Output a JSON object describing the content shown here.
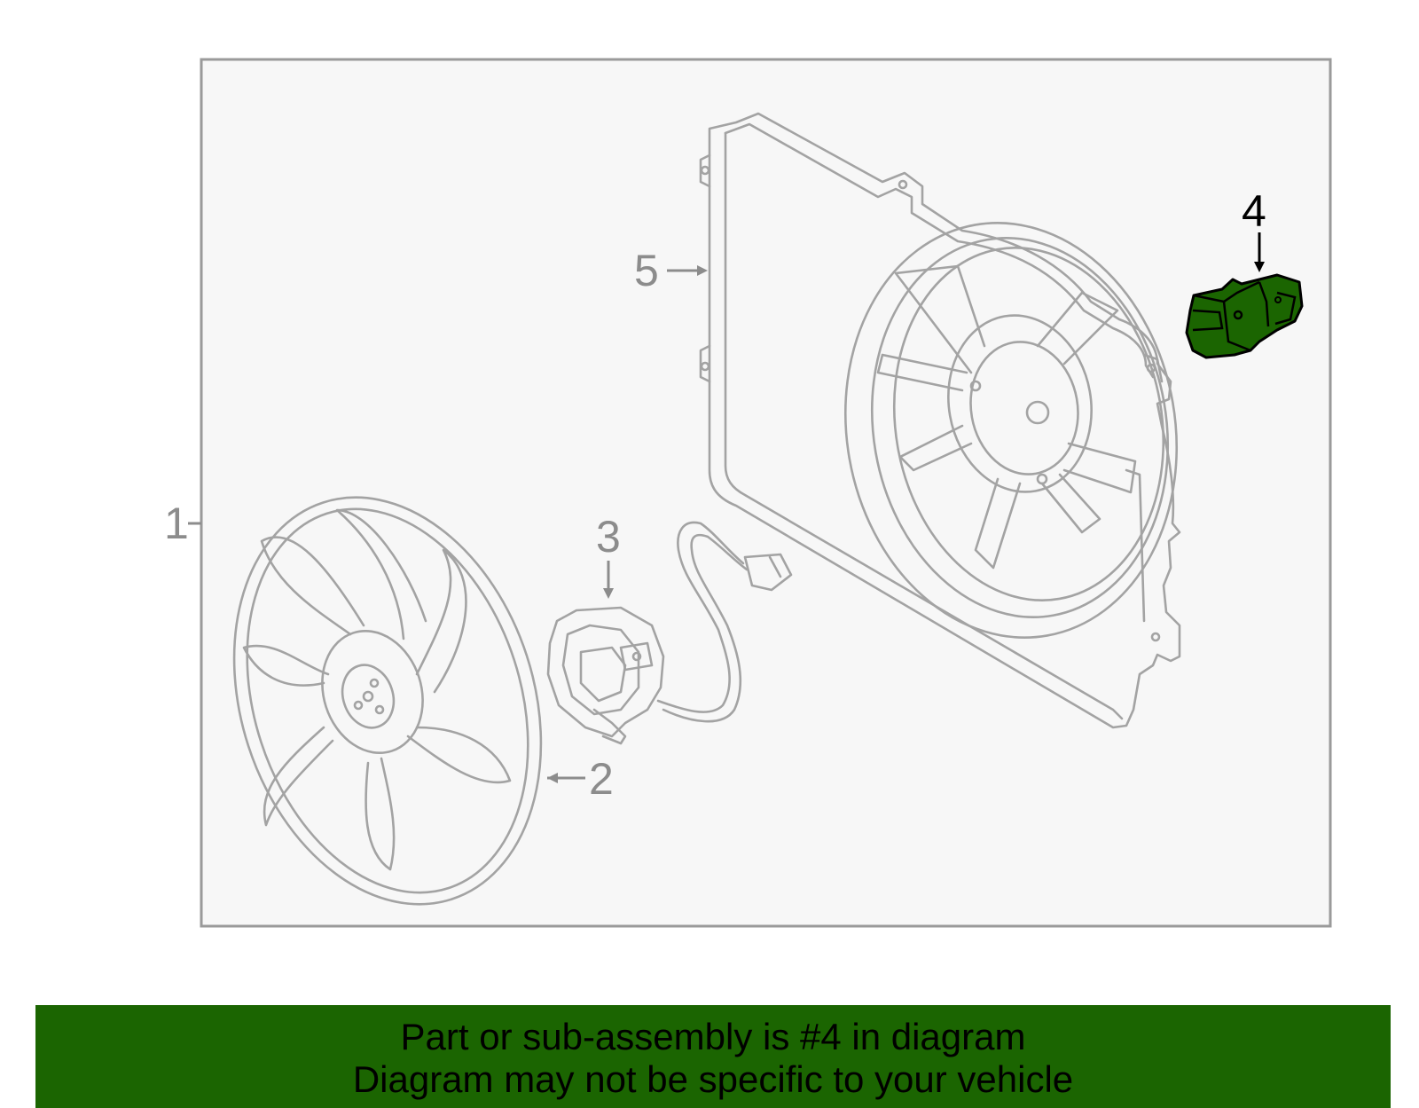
{
  "callouts": {
    "c1": "1",
    "c2": "2",
    "c3": "3",
    "c4": "4",
    "c5": "5"
  },
  "highlighted_part": "4",
  "colors": {
    "frame_fill": "#f7f7f7",
    "frame_stroke": "#9a9a9a",
    "line_art": "#a3a3a3",
    "highlight": "#1b6501",
    "banner": "#1b6501"
  },
  "icons": {
    "fan": "fan-blade-icon",
    "motor": "motor-icon",
    "shroud": "fan-shroud-icon",
    "resistor": "resistor-module-icon"
  },
  "banner": {
    "line1": "Part or sub-assembly is #4 in diagram",
    "line2": "Diagram may not be specific to your vehicle"
  }
}
